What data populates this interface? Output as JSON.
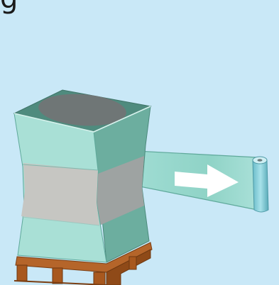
{
  "diagram": {
    "cropped_label_text": "g",
    "icons": {
      "wrapped_load": "stretch-wrapped-pallet-load",
      "film_roll": "stretch-film-roll",
      "direction_arrow": "right-arrow-icon",
      "pallet": "wooden-pallet"
    },
    "colors": {
      "background": "#c9e8f7",
      "film_teal": "#8fd3c6",
      "film_teal_dark": "#5fa99b",
      "film_band_grey": "#b9bfbe",
      "top_disc": "#6f7676",
      "pallet_wood": "#a8581e",
      "roll_film": "#78c8d4"
    }
  }
}
